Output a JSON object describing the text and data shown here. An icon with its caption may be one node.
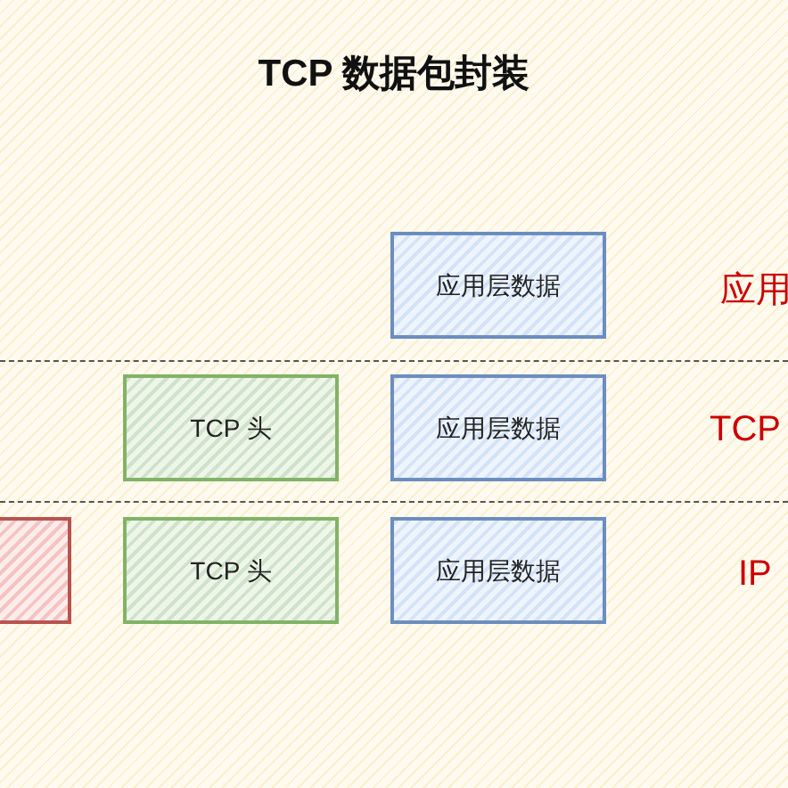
{
  "diagram": {
    "title": "TCP 数据包封装",
    "nodes": [
      {
        "text": [
          "应用层数据"
        ]
      },
      {
        "text": [
          "TCP 头"
        ]
      },
      {
        "text": [
          "应用层数据"
        ]
      },
      {
        "text": [],
        "shape": "box"
      },
      {
        "text": [
          "TCP 头"
        ]
      },
      {
        "text": [
          "应用层数据"
        ]
      }
    ],
    "labels": [
      "应用",
      "TCP",
      "IP"
    ]
  }
}
